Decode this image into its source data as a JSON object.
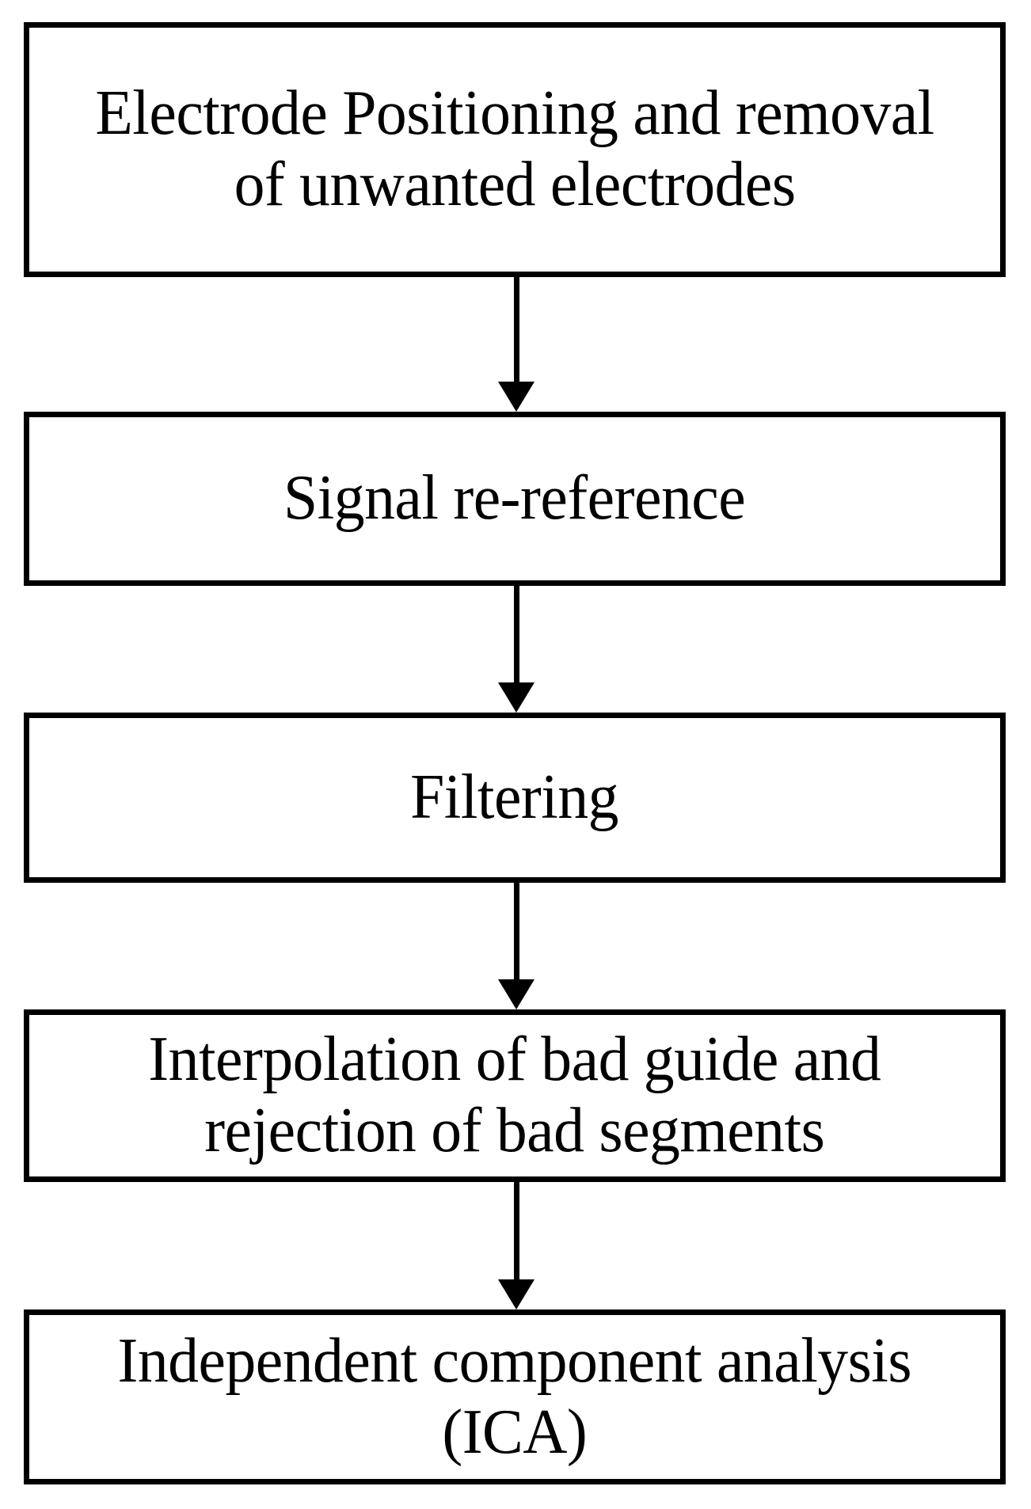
{
  "diagram": {
    "title": "EEG preprocessing pipeline flowchart",
    "orientation": "vertical",
    "background_color": "#ffffff",
    "stroke_color": "#000000",
    "text_color": "#000000",
    "nodes": [
      {
        "id": "node-1",
        "label": "Electrode Positioning and removal\nof unwanted electrodes",
        "shape": "rectangle",
        "lines": 2
      },
      {
        "id": "node-2",
        "label": "Signal re-reference",
        "shape": "rectangle",
        "lines": 1
      },
      {
        "id": "node-3",
        "label": "Filtering",
        "shape": "rectangle",
        "lines": 1
      },
      {
        "id": "node-4",
        "label": "Interpolation of bad guide and\nrejection of bad segments",
        "shape": "rectangle",
        "lines": 2
      },
      {
        "id": "node-5",
        "label": "Independent component analysis\n(ICA)",
        "shape": "rectangle",
        "lines": 2
      }
    ],
    "connectors": [
      {
        "id": "connector-1",
        "from": "node-1",
        "to": "node-2",
        "type": "arrow-down"
      },
      {
        "id": "connector-2",
        "from": "node-2",
        "to": "node-3",
        "type": "arrow-down"
      },
      {
        "id": "connector-3",
        "from": "node-3",
        "to": "node-4",
        "type": "arrow-down"
      },
      {
        "id": "connector-4",
        "from": "node-4",
        "to": "node-5",
        "type": "arrow-down"
      }
    ]
  }
}
